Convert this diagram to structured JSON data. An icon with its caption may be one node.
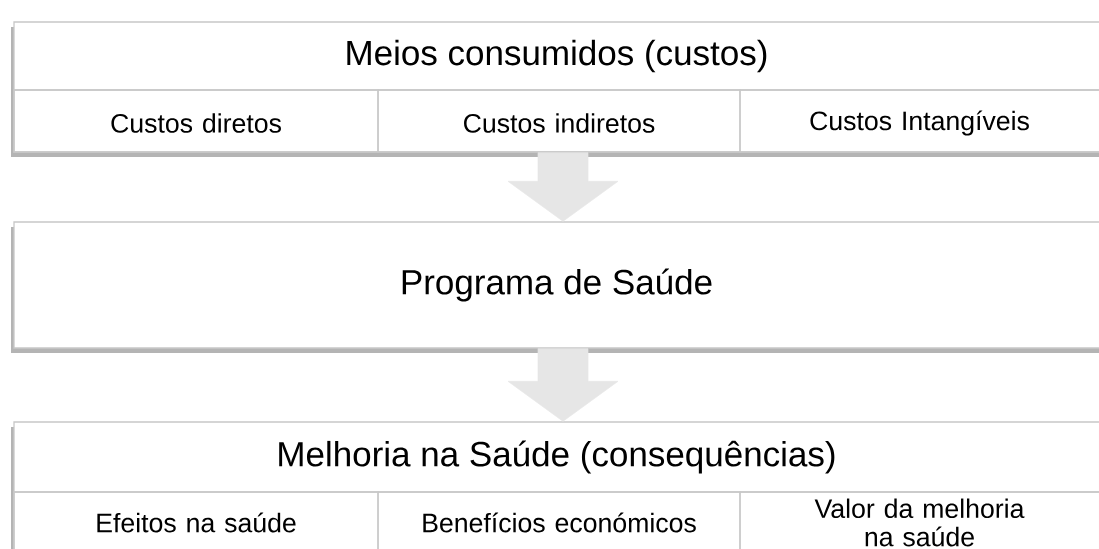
{
  "diagram": {
    "nodes": [
      {
        "text": [
          "Meios consumidos (custos)"
        ]
      },
      {
        "text": [
          "Custos diretos"
        ],
        "in": 0
      },
      {
        "text": [
          "Custos indiretos"
        ],
        "in": 0
      },
      {
        "text": [
          "Custos Intangíveis"
        ],
        "in": 0
      },
      {
        "text": [
          "Programa de Saúde"
        ]
      },
      {
        "text": [
          "Melhoria na Saúde (consequências)"
        ]
      },
      {
        "text": [
          "Efeitos na saúde"
        ],
        "in": 5
      },
      {
        "text": [
          "Benefícios económicos"
        ],
        "in": 5
      },
      {
        "text": [
          "Valor da melhoria na saúde"
        ],
        "in": 5
      }
    ],
    "edges": [
      {
        "from": 0,
        "to": 4,
        "arrow": "to"
      },
      {
        "from": 4,
        "to": 5,
        "arrow": "to"
      }
    ]
  }
}
